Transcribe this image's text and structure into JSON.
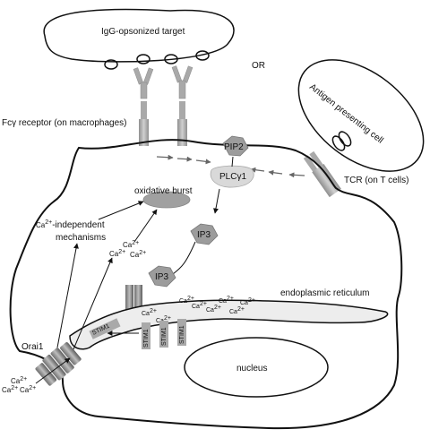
{
  "labels": {
    "igg_target": "IgG-opsonized target",
    "or": "OR",
    "apc": "Antigen presenting cell",
    "fc_receptor": "Fcγ receptor (on macrophages)",
    "tcr": "TCR (on T cells)",
    "pip2": "PIP2",
    "plc": "PLCγ1",
    "oxidative_burst": "oxidative burst",
    "ca_independent_sup": "2+",
    "ca_independent": "-independent",
    "ca_independent_ca": "Ca",
    "mechanisms": "mechanisms",
    "ip3_cytosol": "IP3",
    "ip3_er": "IP3",
    "er": "endoplasmic reticulum",
    "nucleus": "nucleus",
    "orai1": "Orai1",
    "stim1": "STIM1",
    "ca": "Ca",
    "ca_charge": "2+"
  },
  "colors": {
    "outline": "#111111",
    "receptor": "#a9a9a9",
    "receptor_dark": "#8a8a8a",
    "hexagon": "#9c9c9c",
    "plc_fill": "#d9d9d9",
    "burst": "#a0a0a0",
    "er_fill": "#ededed",
    "arrow_grey": "#777777"
  },
  "icons": [
    "receptor-icon",
    "hexagon-icon",
    "channel-icon",
    "burst-icon"
  ]
}
